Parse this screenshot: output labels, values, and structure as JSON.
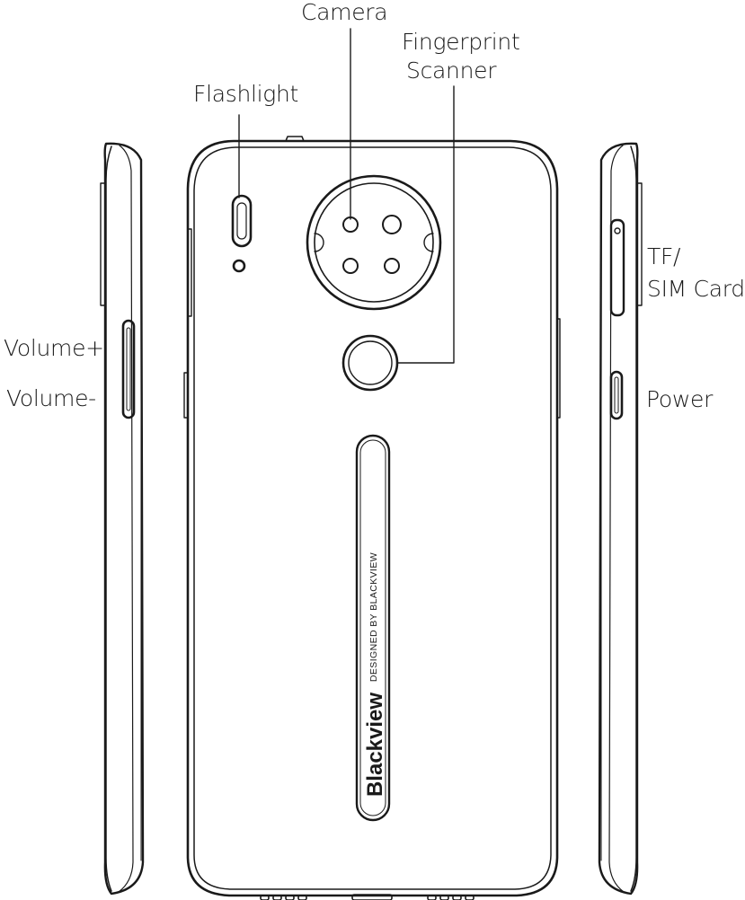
{
  "labels": {
    "camera": "Camera",
    "fingerprint_line1": "Fingerprint",
    "fingerprint_line2": "Scanner",
    "flashlight": "Flashlight",
    "volume_up": "Volume+",
    "volume_down": "Volume-",
    "tf_line1": "TF/",
    "tf_line2": "SIM Card",
    "power": "Power"
  },
  "branding": {
    "designed_by": "DESIGNED BY BLACKVIEW",
    "logo": "Blackview"
  },
  "colors": {
    "stroke": "#1a1a1a",
    "background": "#ffffff"
  }
}
